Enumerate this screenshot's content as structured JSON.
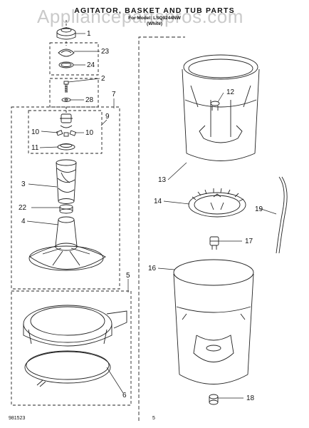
{
  "header": {
    "title": "AGITATOR, BASKET AND TUB PARTS",
    "model_line": "For Model: LSQ9244NW",
    "finish_line": "(White)"
  },
  "watermark": "Appliancepartspros.com",
  "footer": {
    "doc_code": "981523",
    "page_number": "5"
  },
  "callouts": [
    "1",
    "23",
    "24",
    "2",
    "28",
    "7",
    "9",
    "10",
    "10",
    "11",
    "3",
    "22",
    "4",
    "5",
    "6",
    "12",
    "13",
    "14",
    "19",
    "17",
    "16",
    "18"
  ]
}
